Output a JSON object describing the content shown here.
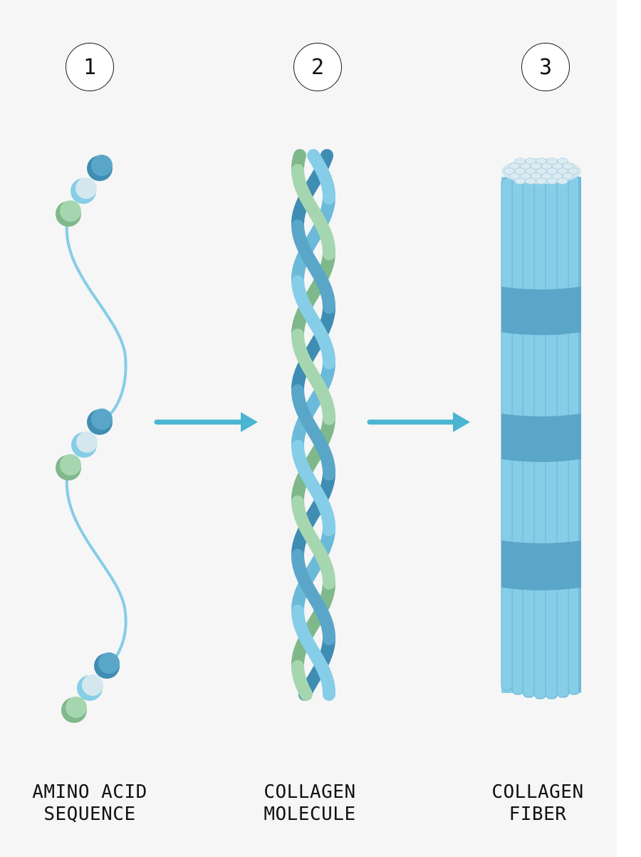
{
  "stages": [
    {
      "number": "1",
      "label_line1": "AMINO ACID",
      "label_line2": "SEQUENCE"
    },
    {
      "number": "2",
      "label_line1": "COLLAGEN",
      "label_line2": "MOLECULE"
    },
    {
      "number": "3",
      "label_line1": "COLLAGEN",
      "label_line2": "FIBER"
    }
  ],
  "colors": {
    "light_blue": "#86cde8",
    "mid_blue": "#5aa6c8",
    "dark_blue": "#3f8db3",
    "green": "#a6d6b0",
    "dark_green": "#7fb88a",
    "pale_blue": "#d4e7ef",
    "arrow": "#49b5d2",
    "background": "#f6f6f6"
  }
}
